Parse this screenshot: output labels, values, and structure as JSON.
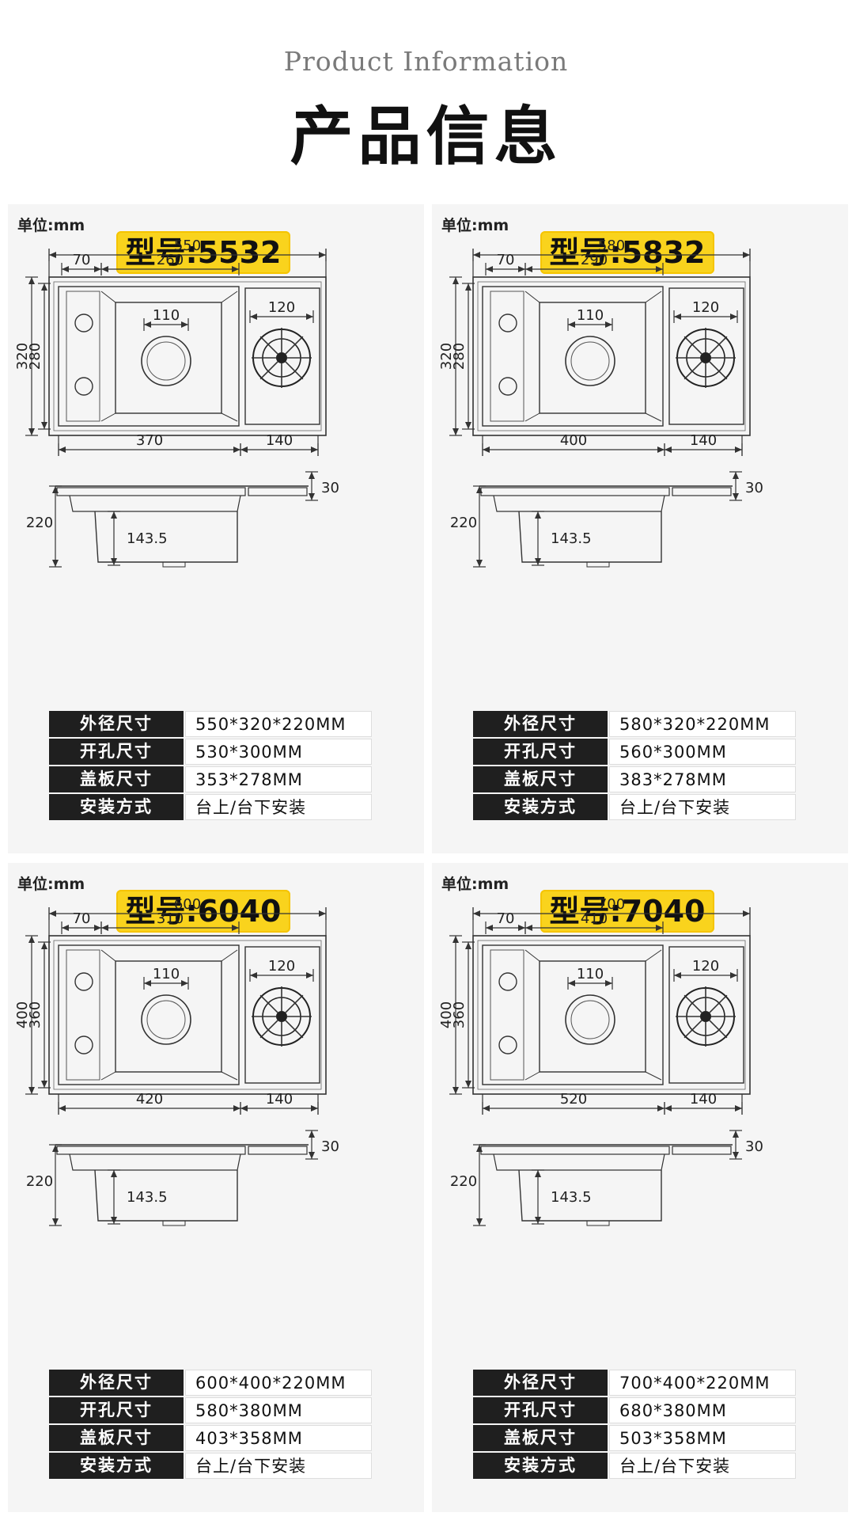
{
  "header": {
    "subtitle": "Product Information",
    "title": "产品信息"
  },
  "dims": {
    "offset_left": "70",
    "drainer": "120",
    "side_basin": "140",
    "total_height": "220",
    "top_edge": "30",
    "bowl_depth": "143.5",
    "drain": "110"
  },
  "spec_labels": [
    "外径尺寸",
    "开孔尺寸",
    "盖板尺寸",
    "安装方式"
  ],
  "panels": [
    {
      "unit": "单位:mm",
      "model": "型号:5532",
      "total_width": "550",
      "basin_width": "260",
      "outer_height": "320",
      "inner_height": "280",
      "main_width": "370",
      "specs": [
        "550*320*220MM",
        "530*300MM",
        "353*278MM",
        "台上/台下安装"
      ]
    },
    {
      "unit": "单位:mm",
      "model": "型号:5832",
      "total_width": "580",
      "basin_width": "290",
      "outer_height": "320",
      "inner_height": "280",
      "main_width": "400",
      "specs": [
        "580*320*220MM",
        "560*300MM",
        "383*278MM",
        "台上/台下安装"
      ]
    },
    {
      "unit": "单位:mm",
      "model": "型号:6040",
      "total_width": "600",
      "basin_width": "310",
      "outer_height": "400",
      "inner_height": "360",
      "main_width": "420",
      "specs": [
        "600*400*220MM",
        "580*380MM",
        "403*358MM",
        "台上/台下安装"
      ]
    },
    {
      "unit": "单位:mm",
      "model": "型号:7040",
      "total_width": "700",
      "basin_width": "410",
      "outer_height": "400",
      "inner_height": "360",
      "main_width": "520",
      "specs": [
        "700*400*220MM",
        "680*380MM",
        "503*358MM",
        "台上/台下安装"
      ]
    }
  ]
}
